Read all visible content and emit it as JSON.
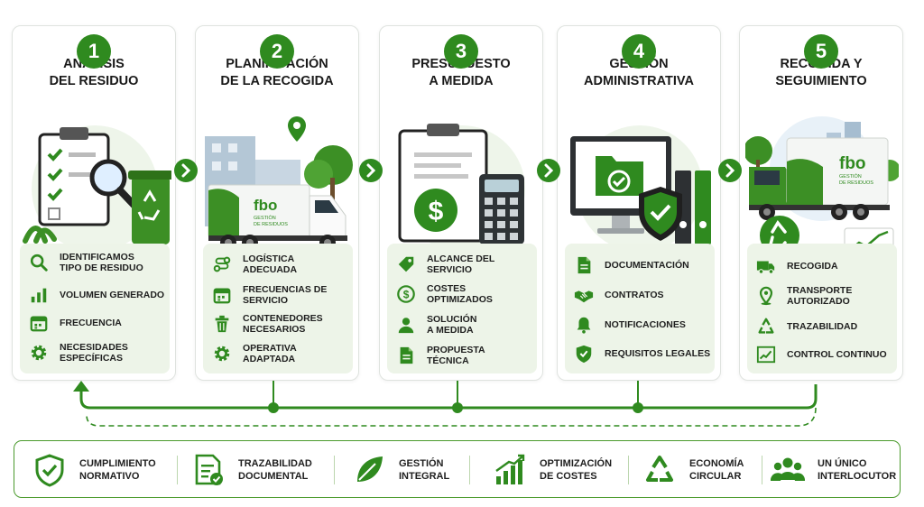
{
  "steps": [
    {
      "number": "1",
      "title_line1": "ANÁLISIS",
      "title_line2": "DEL RESIDUO",
      "items": [
        {
          "icon": "search-icon",
          "line1": "IDENTIFICAMOS",
          "line2": "TIPO DE RESIDUO"
        },
        {
          "icon": "bar-chart-icon",
          "line1": "VOLUMEN GENERADO",
          "line2": ""
        },
        {
          "icon": "calendar-icon",
          "line1": "FRECUENCIA",
          "line2": ""
        },
        {
          "icon": "gear-icon",
          "line1": "NECESIDADES",
          "line2": "ESPECÍFICAS"
        }
      ]
    },
    {
      "number": "2",
      "title_line1": "PLANIFICACIÓN",
      "title_line2": "DE LA RECOGIDA",
      "truck_brand": "fbo",
      "truck_sub1": "GESTIÓN",
      "truck_sub2": "DE RESIDUOS",
      "items": [
        {
          "icon": "route-icon",
          "line1": "LOGÍSTICA",
          "line2": "ADECUADA"
        },
        {
          "icon": "calendar-icon",
          "line1": "FRECUENCIAS DE",
          "line2": "SERVICIO"
        },
        {
          "icon": "trash-bin-icon",
          "line1": "CONTENEDORES",
          "line2": "NECESARIOS"
        },
        {
          "icon": "gear-icon",
          "line1": "OPERATIVA",
          "line2": "ADAPTADA"
        }
      ]
    },
    {
      "number": "3",
      "title_line1": "PRESUPUESTO",
      "title_line2": "A MEDIDA",
      "items": [
        {
          "icon": "tag-icon",
          "line1": "ALCANCE DEL",
          "line2": "SERVICIO"
        },
        {
          "icon": "dollar-icon",
          "line1": "COSTES",
          "line2": "OPTIMIZADOS"
        },
        {
          "icon": "person-icon",
          "line1": "SOLUCIÓN",
          "line2": "A MEDIDA"
        },
        {
          "icon": "document-icon",
          "line1": "PROPUESTA",
          "line2": "TÉCNICA"
        }
      ]
    },
    {
      "number": "4",
      "title_line1": "GESTIÓN",
      "title_line2": "ADMINISTRATIVA",
      "items": [
        {
          "icon": "document-icon",
          "line1": "DOCUMENTACIÓN",
          "line2": ""
        },
        {
          "icon": "handshake-icon",
          "line1": "CONTRATOS",
          "line2": ""
        },
        {
          "icon": "bell-icon",
          "line1": "NOTIFICACIONES",
          "line2": ""
        },
        {
          "icon": "shield-check-icon",
          "line1": "REQUISITOS LEGALES",
          "line2": ""
        }
      ]
    },
    {
      "number": "5",
      "title_line1": "RECOGIDA Y",
      "title_line2": "SEGUIMIENTO",
      "truck_brand": "fbo",
      "truck_sub1": "GESTIÓN",
      "truck_sub2": "DE RESIDUOS",
      "items": [
        {
          "icon": "truck-icon",
          "line1": "RECOGIDA",
          "line2": ""
        },
        {
          "icon": "location-pin-icon",
          "line1": "TRANSPORTE",
          "line2": "AUTORIZADO"
        },
        {
          "icon": "recycle-icon",
          "line1": "TRAZABILIDAD",
          "line2": ""
        },
        {
          "icon": "line-chart-icon",
          "line1": "CONTROL CONTINUO",
          "line2": ""
        }
      ]
    }
  ],
  "benefits": [
    {
      "icon": "shield-check-icon",
      "line1": "CUMPLIMIENTO",
      "line2": "NORMATIVO"
    },
    {
      "icon": "document-check-icon",
      "line1": "TRAZABILIDAD",
      "line2": "DOCUMENTAL"
    },
    {
      "icon": "leaf-icon",
      "line1": "GESTIÓN",
      "line2": "INTEGRAL"
    },
    {
      "icon": "growth-chart-icon",
      "line1": "OPTIMIZACIÓN",
      "line2": "DE COSTES"
    },
    {
      "icon": "recycle-icon",
      "line1": "ECONOMÍA",
      "line2": "CIRCULAR"
    },
    {
      "icon": "group-icon",
      "line1": "UN ÚNICO",
      "line2": "INTERLOCUTOR"
    }
  ],
  "colors": {
    "primary": "#2f8a1f",
    "light_green": "#edf4e8",
    "dark": "#1e1e1e",
    "border": "#4a9a2c"
  }
}
